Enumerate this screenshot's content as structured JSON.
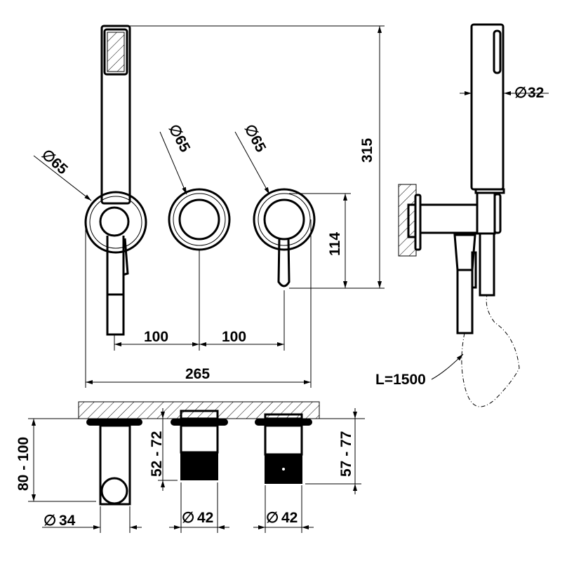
{
  "drawing": {
    "front_view": {
      "dia_handshower_outlet": "65",
      "dia_middle_knob": "65",
      "dia_right_knob": "65",
      "height_overall": "315",
      "height_handle": "114",
      "spacing_left": "100",
      "spacing_right": "100",
      "width_overall": "265"
    },
    "side_view": {
      "dia_handshower": "32",
      "hose_length": "L=1500"
    },
    "bottom_view": {
      "depth_outlet": "80 - 100",
      "depth_middle": "52 - 72",
      "depth_right": "57 - 77",
      "dia_outlet": "34",
      "dia_middle": "42",
      "dia_right": "42"
    },
    "diameter_symbol": "∅"
  }
}
